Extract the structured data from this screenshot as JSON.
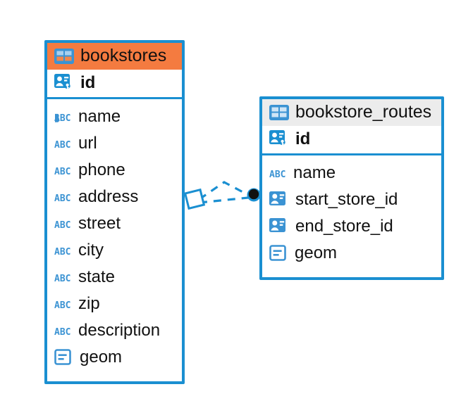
{
  "diagram": {
    "title_text": "",
    "colors": {
      "border": "#1a8fd1",
      "header_primary": "#f47b40",
      "header_secondary": "#ececec",
      "icon_blue": "#3b93d3",
      "connector": "#1a8fd1",
      "endpoint_fill": "#111111",
      "text": "#111111",
      "background": "#ffffff"
    },
    "entities": [
      {
        "name": "bookstores",
        "header_icon": "table-icon",
        "header_style": "orange",
        "primary_key": {
          "label": "id",
          "icon": "primary-key-icon"
        },
        "fields": [
          {
            "label": "name",
            "icon": "abc-text-icon"
          },
          {
            "label": "url",
            "icon": "abc-text-icon"
          },
          {
            "label": "phone",
            "icon": "abc-text-icon"
          },
          {
            "label": "address",
            "icon": "abc-text-icon"
          },
          {
            "label": "street",
            "icon": "abc-text-icon"
          },
          {
            "label": "city",
            "icon": "abc-text-icon"
          },
          {
            "label": "state",
            "icon": "abc-text-icon"
          },
          {
            "label": "zip",
            "icon": "abc-text-icon"
          },
          {
            "label": "description",
            "icon": "abc-text-icon"
          },
          {
            "label": "geom",
            "icon": "geometry-icon"
          }
        ]
      },
      {
        "name": "bookstore_routes",
        "header_icon": "table-icon",
        "header_style": "gray",
        "primary_key": {
          "label": "id",
          "icon": "primary-key-icon"
        },
        "fields": [
          {
            "label": "name",
            "icon": "abc-text-icon"
          },
          {
            "label": "start_store_id",
            "icon": "foreign-key-icon"
          },
          {
            "label": "end_store_id",
            "icon": "foreign-key-icon"
          },
          {
            "label": "geom",
            "icon": "geometry-icon"
          }
        ]
      }
    ],
    "relationship": {
      "source_entity": "bookstores",
      "target_entity": "bookstore_routes",
      "source_marker": "diamond-outline",
      "target_marker": "filled-circle",
      "line_style": "dashed",
      "branch_count": 2
    }
  }
}
